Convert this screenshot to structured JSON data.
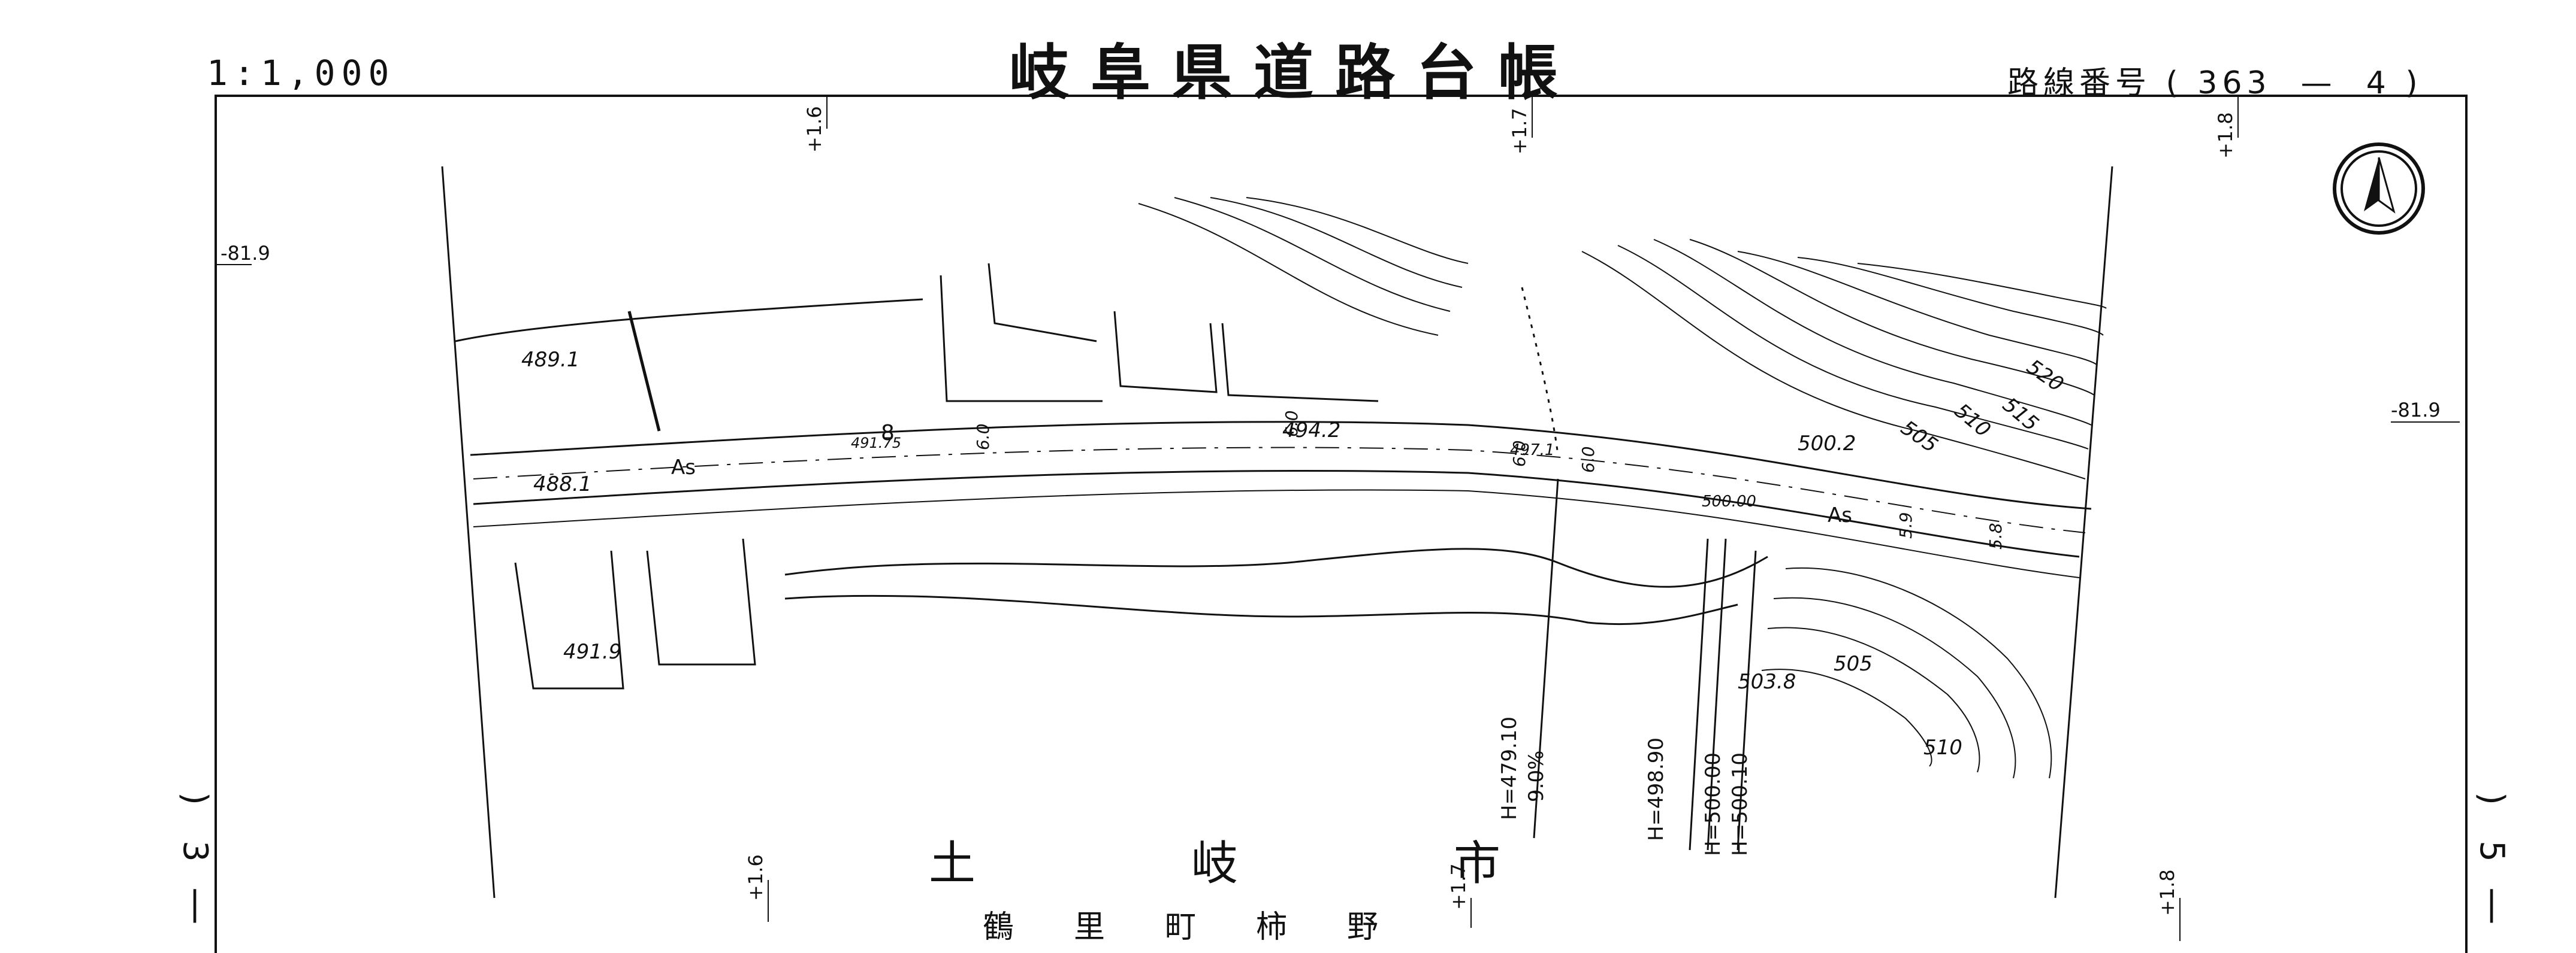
{
  "header": {
    "title": "岐阜県道路台帳",
    "scale": "1:1,000",
    "route_label": "路線番号",
    "route_number": "( 363  —  4 )"
  },
  "sheet_refs": {
    "left": [
      "3",
      ")"
    ],
    "right": [
      "5",
      ")"
    ]
  },
  "grid_ticks": {
    "top": [
      "+1.6",
      "+1.7",
      "+1.8"
    ],
    "bottom": [
      "+1.6",
      "+1.7",
      "+1.8"
    ],
    "left": "-81.9",
    "right": "-81.9"
  },
  "place": {
    "city": "土岐市",
    "district": "鶴里町柿野"
  },
  "elevations": {
    "e1": "489.1",
    "e2": "488.1",
    "e3": "491.75",
    "e4": "494.2",
    "e5": "497.1",
    "e6": "500.00",
    "e7": "500.2",
    "e8": "491.9",
    "e9": "503.8"
  },
  "contours": [
    "520",
    "515",
    "510",
    "505",
    "505",
    "510"
  ],
  "road_surface": [
    "As",
    "As"
  ],
  "widths": [
    "6.0",
    "6.0",
    "6.0",
    "6.0",
    "5.9",
    "5.8"
  ],
  "station_marker": "8",
  "heights": {
    "h1": "H=479.10",
    "h1_grade": "9.0%",
    "h2": "H=498.90",
    "h3": "H=500.00",
    "h4": "H=500.10"
  },
  "colors": {
    "ink": "#111111",
    "paper": "#ffffff"
  },
  "icons": [
    "north-arrow-icon"
  ]
}
